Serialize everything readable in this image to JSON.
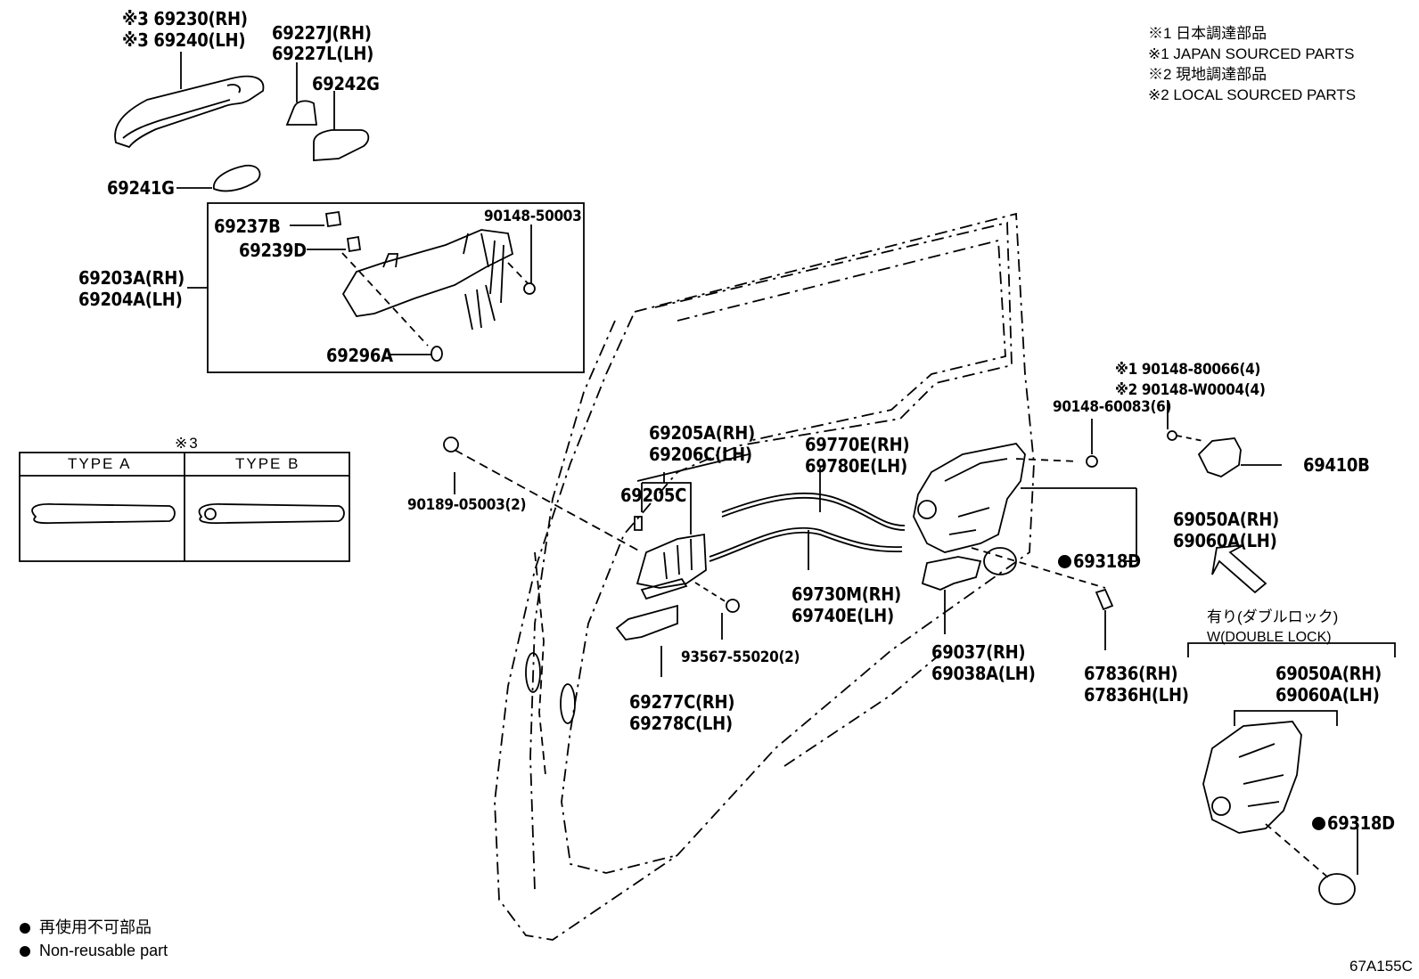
{
  "notes": {
    "n1_jp": "※1 日本調達部品",
    "n1_en": "※1 JAPAN SOURCED PARTS",
    "n2_jp": "※2 現地調達部品",
    "n2_en": "※2 LOCAL SOURCED PARTS"
  },
  "legend": {
    "jp": "再使用不可部品",
    "en": "Non-reusable part"
  },
  "figure_id": "67A155C",
  "type_box": {
    "mark": "※3",
    "type_a": "TYPE A",
    "type_b": "TYPE B"
  },
  "double_lock": {
    "jp": "有り(ダブルロック)",
    "en": "W(DOUBLE LOCK)"
  },
  "labels": {
    "p69230": "※3 69230(RH)",
    "p69240": "※3 69240(LH)",
    "p69227j": "69227J(RH)",
    "p69227l": "69227L(LH)",
    "p69242g": "69242G",
    "p69241g": "69241G",
    "p69237b": "69237B",
    "p69239d": "69239D",
    "p90148_50003": "90148-50003",
    "p69203a": "69203A(RH)",
    "p69204a": "69204A(LH)",
    "p69296a": "69296A",
    "p90189": "90189-05003(2)",
    "p69205a": "69205A(RH)",
    "p69206c": "69206C(LH)",
    "p69205c": "69205C",
    "p69770e": "69770E(RH)",
    "p69780e": "69780E(LH)",
    "p69730m": "69730M(RH)",
    "p69740e": "69740E(LH)",
    "p93567": "93567-55020(2)",
    "p69277c": "69277C(RH)",
    "p69278c": "69278C(LH)",
    "p69037": "69037(RH)",
    "p69038a": "69038A(LH)",
    "p90148_60083": "90148-60083(6)",
    "p90148_80066": "※1 90148-80066(4)",
    "p90148_w0004": "※2 90148-W0004(4)",
    "p69410b": "69410B",
    "p69050a": "69050A(RH)",
    "p69060a": "69060A(LH)",
    "p69318d": "69318D",
    "p67836": "67836(RH)",
    "p67836h": "67836H(LH)",
    "p69050a_2": "69050A(RH)",
    "p69060a_2": "69060A(LH)",
    "p69318d_2": "69318D"
  }
}
